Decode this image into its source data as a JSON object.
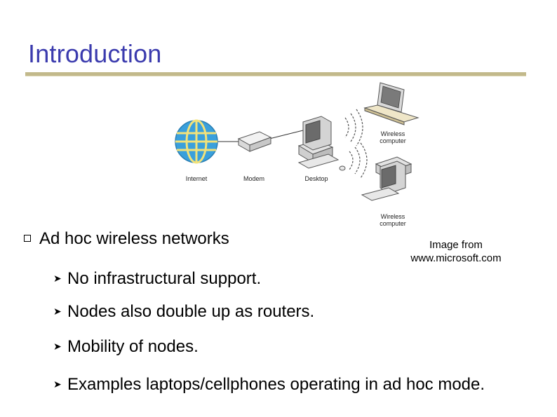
{
  "slide": {
    "title": "Introduction",
    "diagram": {
      "labels": {
        "internet": "Internet",
        "modem": "Modem",
        "desktop": "Desktop",
        "wireless_computer_1": "Wireless\ncomputer",
        "wireless_computer_2": "Wireless\ncomputer"
      },
      "colors": {
        "globe": "#3aa0dc",
        "globe_lines": "#f2e27a",
        "device": "#e6e6e6",
        "outline": "#555555"
      }
    },
    "image_credit": {
      "line1": "Image from",
      "line2": "www.microsoft.com"
    },
    "main_bullet": "Ad hoc wireless networks",
    "sub_bullets": [
      "No infrastructural support.",
      "Nodes also double up as routers.",
      "Mobility of nodes.",
      "Examples laptops/cellphones operating in ad hoc mode."
    ],
    "colors": {
      "title": "#3b3bae",
      "rule": "#c2b98b"
    }
  }
}
